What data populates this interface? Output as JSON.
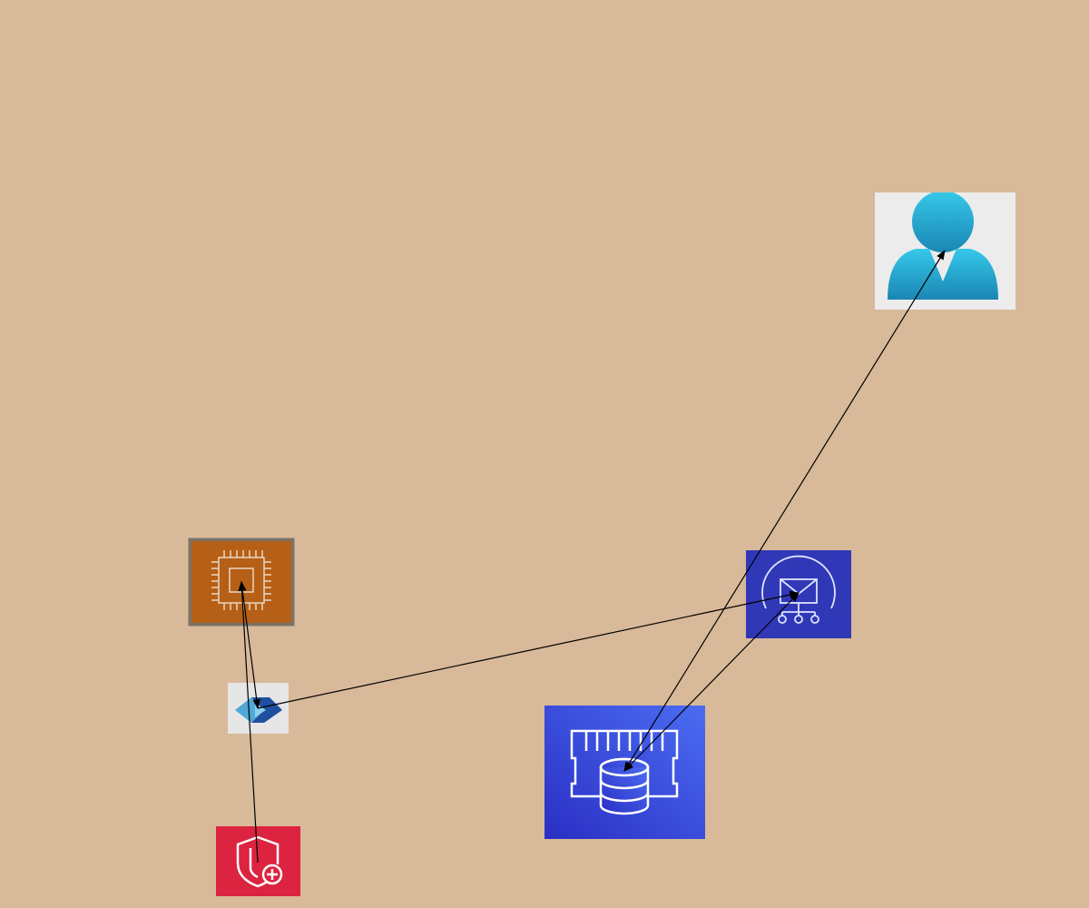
{
  "diagram": {
    "background": "#d8b999",
    "nodes": [
      {
        "id": "user",
        "icon": "user-icon",
        "color": "#2bb3d9"
      },
      {
        "id": "processor",
        "icon": "processor-chip-icon",
        "color": "#b65f16"
      },
      {
        "id": "messaging",
        "icon": "messaging-service-icon",
        "color": "#3038b8"
      },
      {
        "id": "connector",
        "icon": "diamond-connector-icon",
        "color": "#1f5fb0"
      },
      {
        "id": "memory-database",
        "icon": "memory-database-icon",
        "color": "#3a56dc"
      },
      {
        "id": "security",
        "icon": "shield-plus-icon",
        "color": "#dc2340"
      }
    ],
    "edges": [
      {
        "from": "memory-database",
        "to": "user",
        "arrow_at": [
          "from",
          "to"
        ]
      },
      {
        "from": "memory-database",
        "to": "messaging",
        "arrow_at": [
          "from",
          "to"
        ]
      },
      {
        "from": "connector",
        "to": "messaging",
        "arrow_at": [
          "to"
        ]
      },
      {
        "from": "processor",
        "to": "connector",
        "arrow_at": [
          "from",
          "to"
        ]
      },
      {
        "from": "security",
        "to": "processor",
        "arrow_at": [
          "to"
        ]
      }
    ]
  }
}
